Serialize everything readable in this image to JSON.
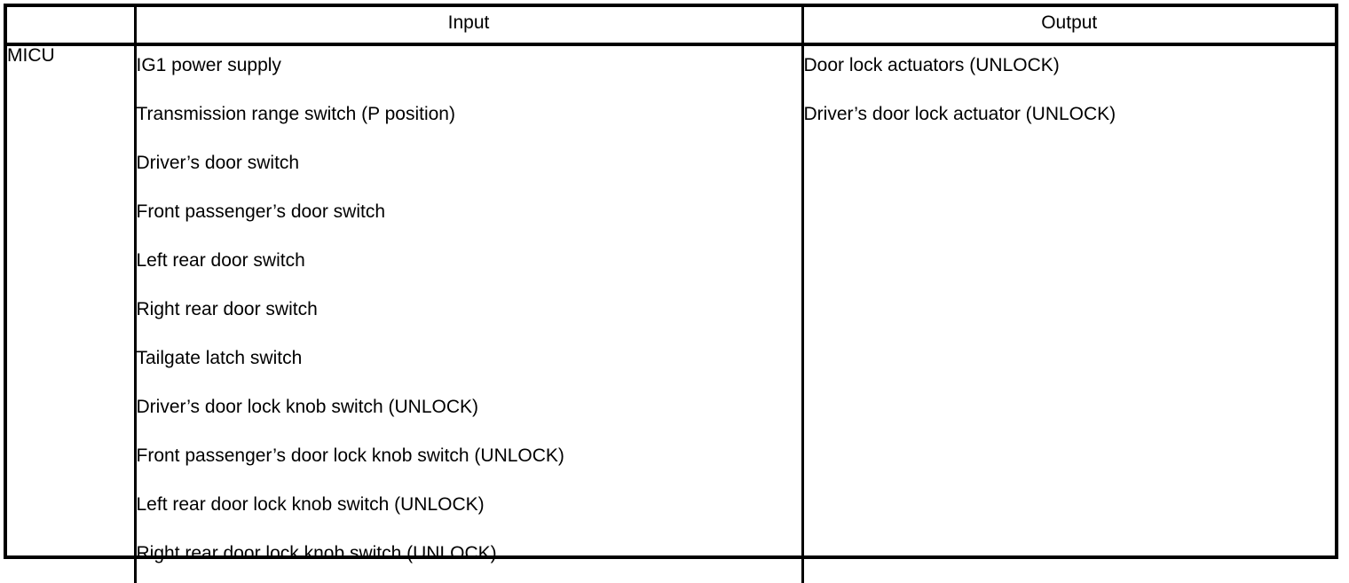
{
  "table": {
    "columns": [
      {
        "key": "ecu",
        "header": ""
      },
      {
        "key": "input",
        "header": "Input"
      },
      {
        "key": "output",
        "header": "Output"
      }
    ],
    "rows": [
      {
        "ecu": "MICU",
        "input": [
          "IG1 power supply",
          "Transmission range switch (P position)",
          "Driver’s door switch",
          "Front passenger’s door switch",
          "Left rear door switch",
          "Right rear door switch",
          "Tailgate latch switch",
          "Driver’s door lock knob switch (UNLOCK)",
          "Front passenger’s door lock knob switch (UNLOCK)",
          "Left rear door lock knob switch (UNLOCK)",
          "Right rear door lock knob switch (UNLOCK)"
        ],
        "output": [
          "Door lock actuators (UNLOCK)",
          "Driver’s door lock actuator (UNLOCK)"
        ]
      }
    ]
  },
  "style": {
    "border_color": "#000000",
    "text_color": "#000000",
    "background": "#ffffff"
  }
}
